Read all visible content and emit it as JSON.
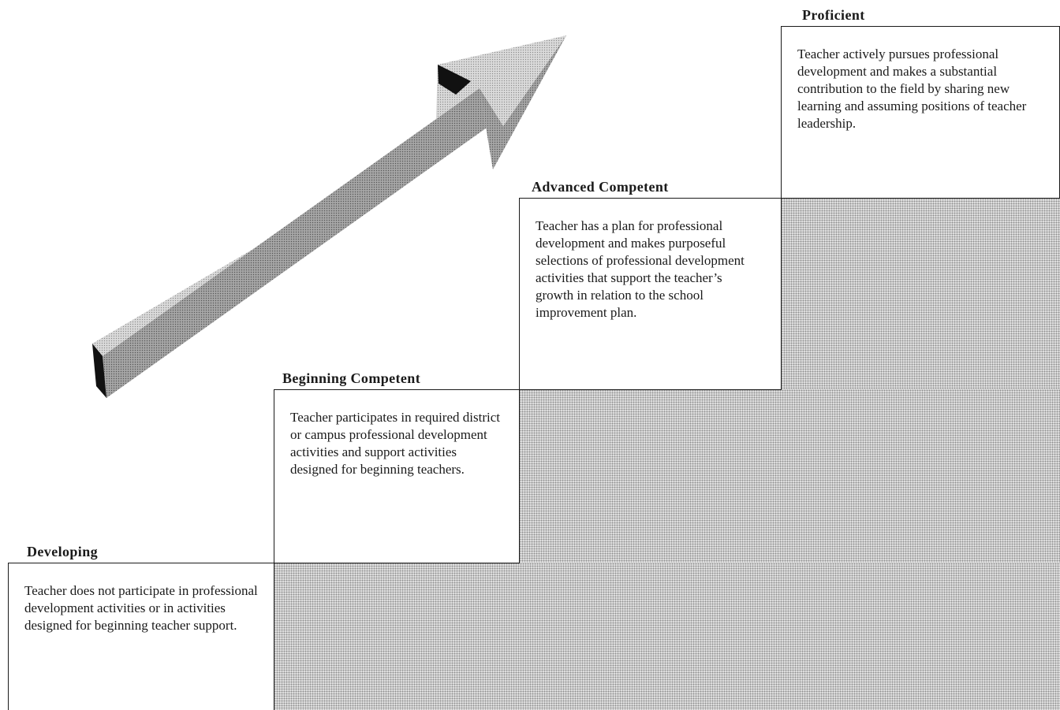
{
  "stages": [
    {
      "title": "Developing",
      "description": "Teacher does not participate in professional development activities or in activities designed for beginning teacher support."
    },
    {
      "title": "Beginning Competent",
      "description": "Teacher participates in required district or campus professional development activities and support activities designed for beginning teachers."
    },
    {
      "title": "Advanced Competent",
      "description": "Teacher has a plan for professional development and makes purposeful selections of professional development activities that support the teacher’s growth in relation to the school improvement plan."
    },
    {
      "title": "Proficient",
      "description": "Teacher actively pursues professional development and makes a substantial contribution to the field by sharing new learning and assuming positions of teacher leadership."
    }
  ],
  "colors": {
    "stipple": "#c9c9c9",
    "border": "#1a1a1a",
    "text": "#1a1a1a"
  },
  "icons": {
    "arrow": "upward-growth-arrow-icon"
  }
}
